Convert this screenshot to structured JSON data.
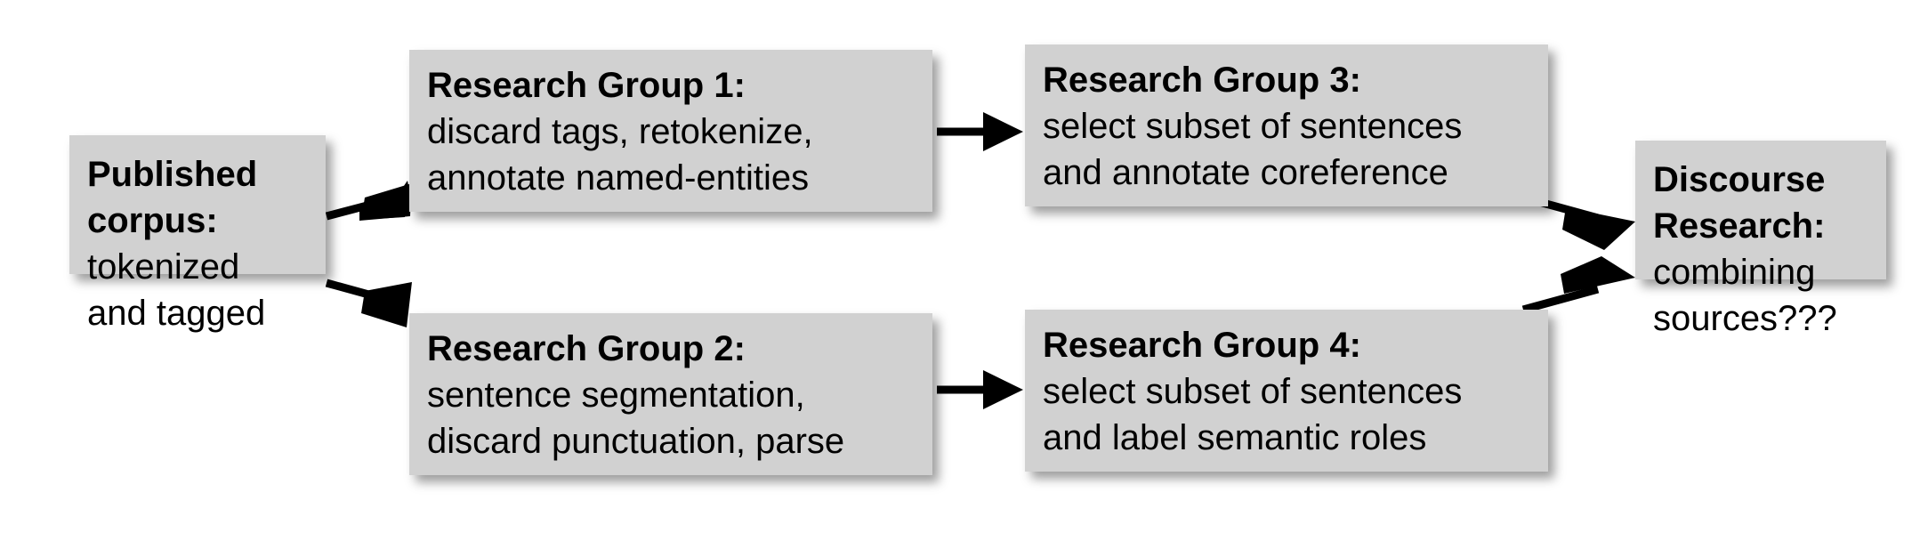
{
  "diagram": {
    "title": "Corpus annotation pipeline across research groups",
    "background_color": "#ffffff",
    "node_fill_color": "#d1d1d1",
    "text_color": "#000000",
    "arrow_color": "#000000",
    "nodes": [
      {
        "id": "published-corpus",
        "title": "Published",
        "title2": "corpus:",
        "lines": [
          "tokenized",
          "and tagged"
        ]
      },
      {
        "id": "research-group-1",
        "title": "Research Group 1:",
        "lines": [
          "discard tags, retokenize,",
          "annotate named-entities"
        ]
      },
      {
        "id": "research-group-3",
        "title": "Research Group 3:",
        "lines": [
          "select subset of sentences",
          "and annotate coreference"
        ]
      },
      {
        "id": "discourse-research",
        "title": "Discourse",
        "title2": "Research:",
        "lines": [
          "combining",
          "sources???"
        ]
      },
      {
        "id": "research-group-2",
        "title": "Research Group 2:",
        "lines": [
          "sentence segmentation,",
          "discard punctuation, parse"
        ]
      },
      {
        "id": "research-group-4",
        "title": "Research Group 4:",
        "lines": [
          "select subset of sentences",
          "and label semantic roles"
        ]
      }
    ],
    "edges": [
      {
        "id": "edge-published-to-rg1",
        "from": "published-corpus",
        "to": "research-group-1",
        "label": ""
      },
      {
        "id": "edge-published-to-rg2",
        "from": "published-corpus",
        "to": "research-group-2",
        "label": ""
      },
      {
        "id": "edge-rg1-to-rg3",
        "from": "research-group-1",
        "to": "research-group-3",
        "label": ""
      },
      {
        "id": "edge-rg2-to-rg4",
        "from": "research-group-2",
        "to": "research-group-4",
        "label": ""
      },
      {
        "id": "edge-rg3-to-discourse",
        "from": "research-group-3",
        "to": "discourse-research",
        "label": ""
      },
      {
        "id": "edge-rg4-to-discourse",
        "from": "research-group-4",
        "to": "discourse-research",
        "label": ""
      }
    ]
  }
}
